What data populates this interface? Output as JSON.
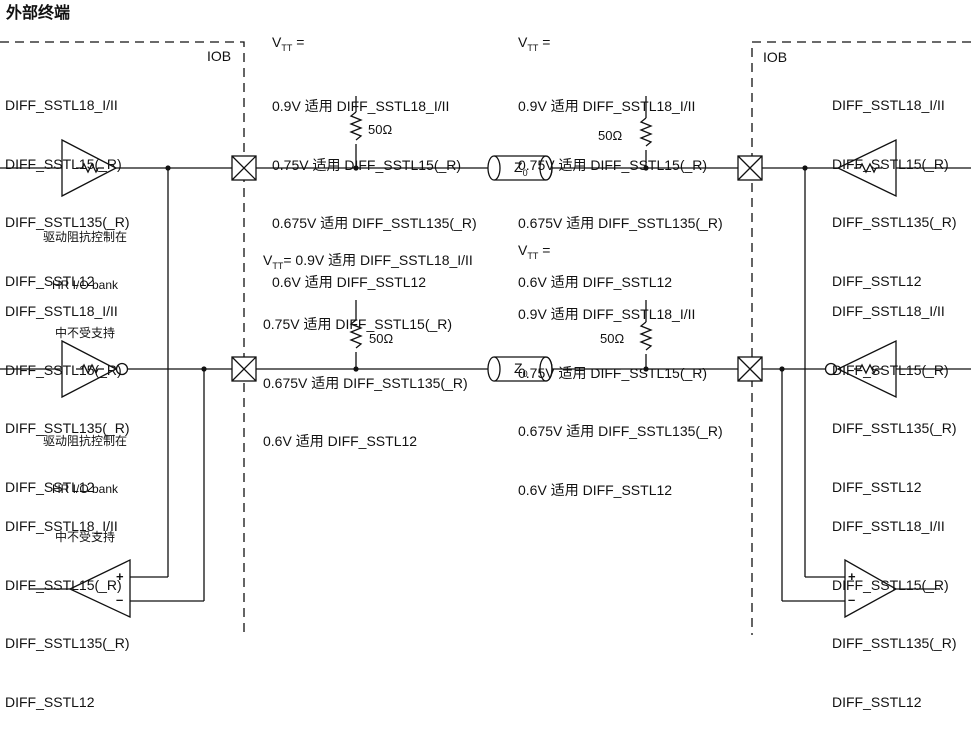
{
  "title": "外部终端",
  "iob_label": "IOB",
  "std_lines": [
    "DIFF_SSTL18_I/II",
    "DIFF_SSTL15(_R)",
    "DIFF_SSTL135(_R)",
    "DIFF_SSTL12"
  ],
  "driver_note": [
    "驱动阻抗控制在",
    "HR I/O bank",
    "中不受支持"
  ],
  "vtt_symbol": "V",
  "vtt_sub": "TT",
  "vtt_eq": "=",
  "vtt_lines": [
    "0.9V 适用 DIFF_SSTL18_I/II",
    "0.75V 适用 DIFF_SSTL15(_R)",
    "0.675V 适用 DIFF_SSTL135(_R)",
    "0.6V 适用 DIFF_SSTL12"
  ],
  "resistor_value": "50Ω",
  "z0_label": "Z",
  "z0_sub": "0",
  "plus": "+",
  "minus": "–",
  "colors": {
    "line": "#111111",
    "background": "#ffffff"
  }
}
